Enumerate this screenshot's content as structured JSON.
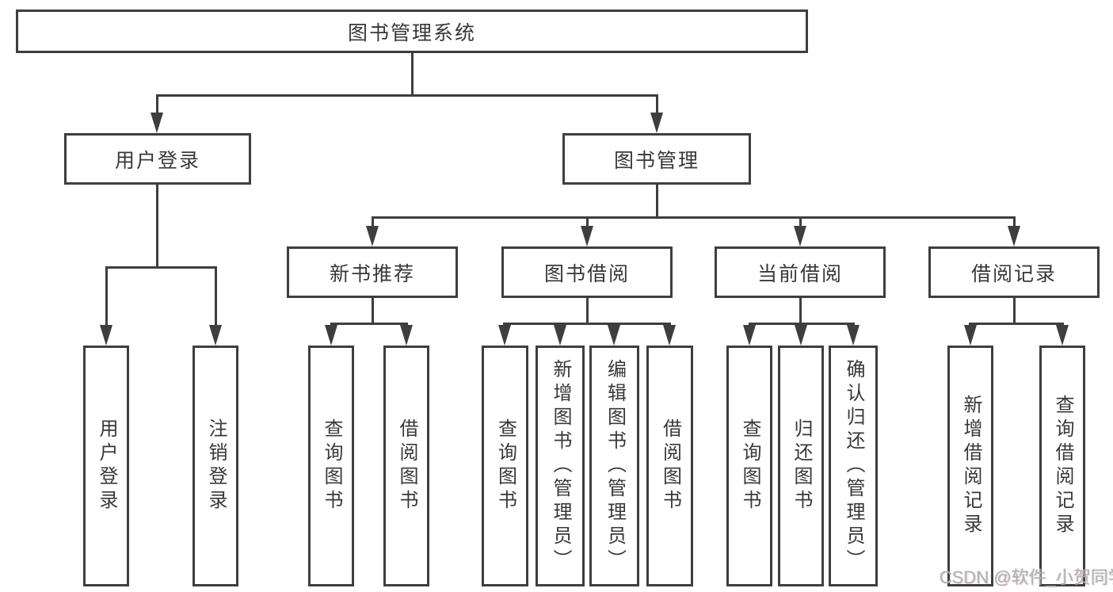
{
  "watermark": "CSDN @软件_小贺同学",
  "colors": {
    "line": "#3e3e3e",
    "text": "#383838",
    "background": "#ffffff",
    "watermark": "#b2b2b2"
  },
  "nodes": {
    "root": "图书管理系统",
    "user_login": "用户登录",
    "book_management": "图书管理",
    "user_login_children": [
      "用户登录",
      "注销登录"
    ],
    "book_management_children": [
      "新书推荐",
      "图书借阅",
      "当前借阅",
      "借阅记录"
    ],
    "new_book_recommend_children": [
      "查询图书",
      "借阅图书"
    ],
    "book_borrow_children": [
      "查询图书",
      "新增图书（管理员）",
      "编辑图书（管理员）",
      "借阅图书"
    ],
    "current_borrow_children": [
      "查询图书",
      "归还图书",
      "确认归还（管理员）"
    ],
    "borrow_record_children": [
      "新增借阅记录",
      "查询借阅记录"
    ]
  }
}
